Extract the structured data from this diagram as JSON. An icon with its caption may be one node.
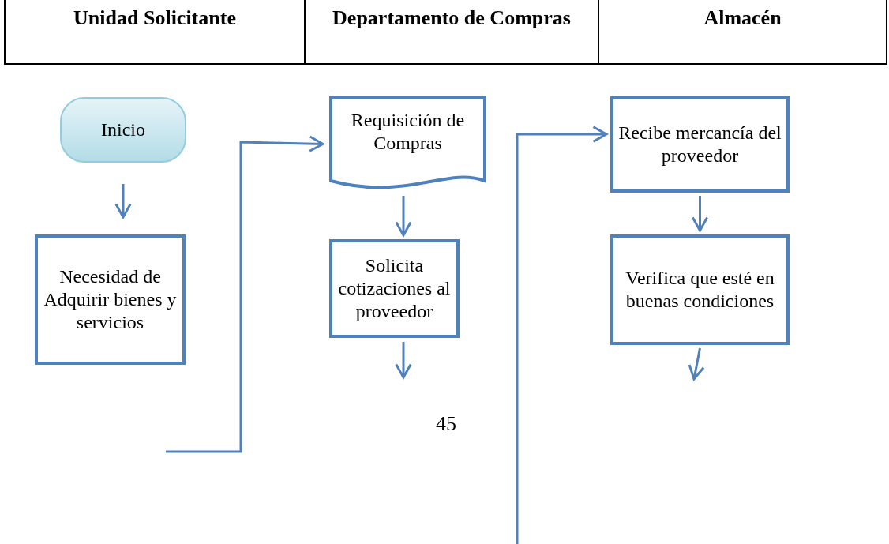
{
  "diagram": {
    "nodes": [
      {
        "text": [
          "Inicio"
        ]
      },
      {
        "text": [
          "Necesidad de Adquirir bienes y servicios"
        ]
      },
      {
        "text": [
          "Requisición de Compras"
        ]
      },
      {
        "text": [
          "Solicita cotizaciones al proveedor"
        ]
      },
      {
        "text": [
          "Recibe mercancía del proveedor"
        ]
      },
      {
        "text": [
          "Verifica que esté en buenas condiciones"
        ]
      }
    ],
    "edges": [
      {
        "from": 0,
        "to": 1,
        "arrow": "to"
      },
      {
        "from": null,
        "to": 2,
        "arrow": "to"
      },
      {
        "from": 2,
        "to": 3,
        "arrow": "to"
      },
      {
        "from": 3,
        "to": null,
        "arrow": "to"
      },
      {
        "from": null,
        "to": 4,
        "arrow": "to"
      },
      {
        "from": 4,
        "to": 5,
        "arrow": "to"
      },
      {
        "from": 5,
        "to": null,
        "arrow": "to"
      }
    ],
    "labels": [
      "Unidad Solicitante",
      "Departamento de Compras",
      "Almacén",
      "45"
    ]
  }
}
